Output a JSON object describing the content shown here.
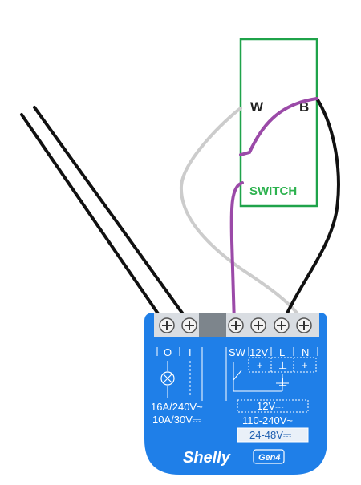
{
  "switch_box": {
    "terminal_w": "W",
    "terminal_b": "B",
    "label": "SWITCH",
    "border_color": "#1fa34a",
    "label_color": "#2db24f"
  },
  "device": {
    "brand": "Shelly",
    "model_badge": "Gen4",
    "body_color": "#1f7fe8",
    "terminals": [
      "O",
      "I",
      "SW",
      "12V",
      "L",
      "N"
    ],
    "terminal_signs": [
      "+",
      "⊥",
      "+"
    ],
    "rating_ac": "16A/240V~",
    "rating_dc": "10A/30V⎓",
    "supply_12v": "12V⎓",
    "supply_ac": "110-240V~",
    "supply_dc": "24-48V⎓"
  },
  "wire_colors": {
    "black": "#111111",
    "gray": "#cccccc",
    "purple": "#9b4aa8"
  }
}
